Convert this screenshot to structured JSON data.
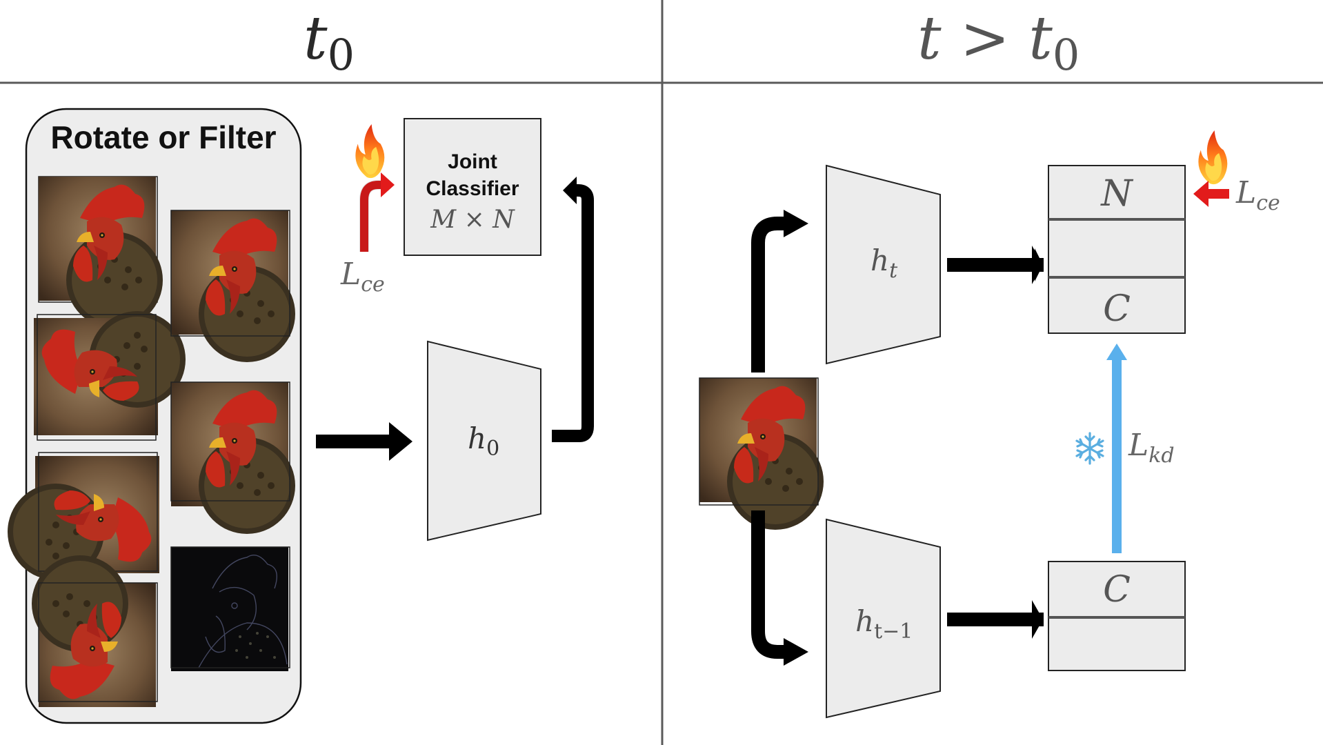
{
  "header": {
    "left_title": "t",
    "left_sub": "0",
    "right_title": "t > t",
    "right_sub": "0"
  },
  "left_panel": {
    "augment_label": "Rotate or Filter",
    "joint_classifier": {
      "line1": "Joint",
      "line2": "Classifier",
      "size_main": "M × N"
    },
    "loss_main": "L",
    "loss_sub": "ce",
    "encoder_main": "h",
    "encoder_sub": "0",
    "images": [
      {
        "kind": "rooster",
        "rotation": 0
      },
      {
        "kind": "rooster",
        "rotation": 270
      },
      {
        "kind": "rooster",
        "rotation": 90
      },
      {
        "kind": "rooster",
        "rotation": 180
      },
      {
        "kind": "rooster",
        "rotation": 0
      },
      {
        "kind": "rooster",
        "rotation": 0
      },
      {
        "kind": "rooster-edges",
        "rotation": 0
      }
    ],
    "fire_icon": "fire-icon"
  },
  "right_panel": {
    "encoder_current_main": "h",
    "encoder_current_sub": "t",
    "encoder_prev_main": "h",
    "encoder_prev_sub": "t−1",
    "head_current": {
      "top": "N",
      "bottom": "C"
    },
    "head_prev": {
      "top": "C"
    },
    "loss_ce_main": "L",
    "loss_ce_sub": "ce",
    "loss_kd_main": "L",
    "loss_kd_sub": "kd",
    "fire_icon": "fire-icon",
    "snowflake_icon": "snowflake-icon"
  },
  "colors": {
    "box_fill": "#efefef",
    "loss_arrow_red": "#e21b1b",
    "kd_arrow_blue": "#5ab0ec",
    "math_gray": "#666666"
  }
}
